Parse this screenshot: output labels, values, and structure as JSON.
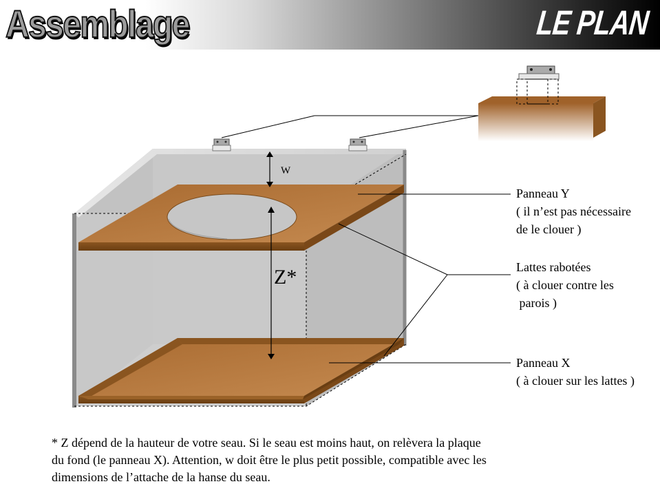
{
  "header": {
    "title": "Assemblage",
    "subtitle": "LE PLAN"
  },
  "dimensions": {
    "w": "W",
    "z": "Z*"
  },
  "labels": {
    "panneau_y": "Panneau Y\n( il n’est pas nécessaire\nde le clouer )",
    "lattes": "Lattes rabotées\n( à clouer contre les\n parois )",
    "panneau_x": "Panneau X\n( à clouer sur les lattes )"
  },
  "footnote": "* Z dépend de la hauteur de votre seau. Si le seau est moins haut, on relèvera la plaque\ndu fond (le panneau X). Attention, w doit être le plus petit possible, compatible avec les\ndimensions de l’attache de la hanse du seau.",
  "colors": {
    "wood": "#b5763c",
    "wood_dark": "#7a4a1a",
    "box_gray": "#c4c4c4"
  }
}
